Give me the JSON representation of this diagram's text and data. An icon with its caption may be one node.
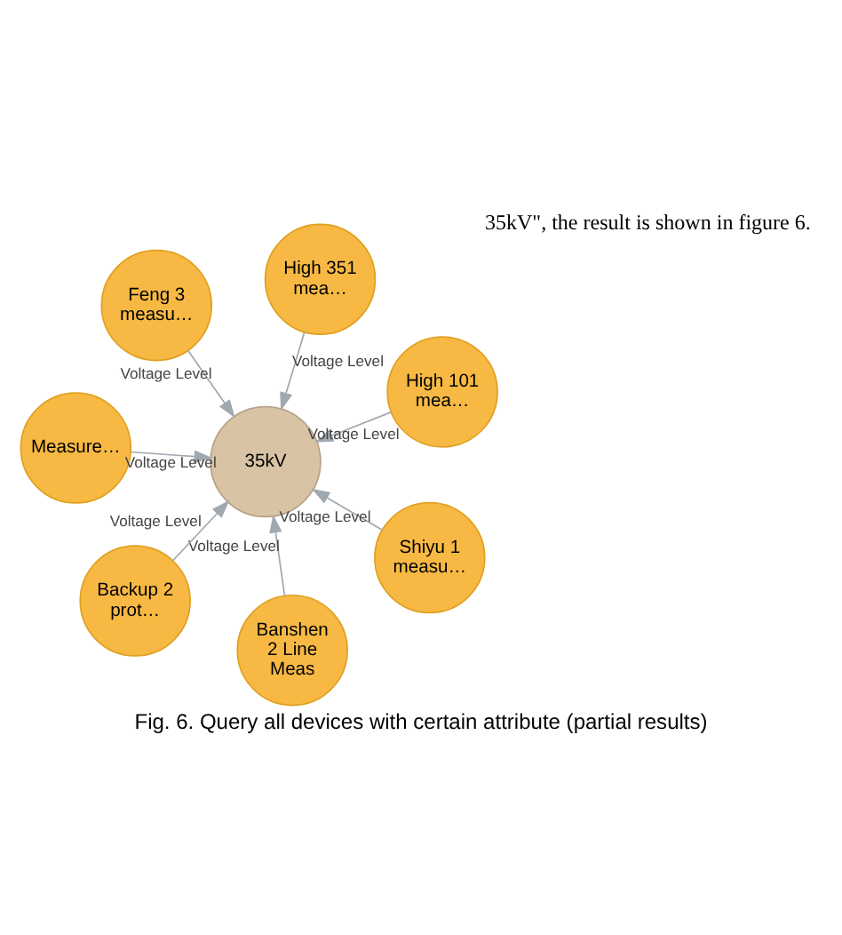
{
  "diagram": {
    "caption": "Fig. 6. Query all devices with certain attribute (partial results)",
    "nodes": [
      {
        "text": [
          "Feng 3 measu…"
        ]
      },
      {
        "text": [
          "High 101 mea…"
        ]
      },
      {
        "text": [
          "Banshen 2 Line Meas"
        ]
      },
      {
        "text": [
          "35kV"
        ]
      },
      {
        "text": [
          "High 351 mea…"
        ]
      },
      {
        "text": [
          "Measure…"
        ]
      },
      {
        "text": [
          "Backup 2 prot…"
        ]
      },
      {
        "text": [
          "Shiyu 1 measu…"
        ]
      }
    ],
    "edges": [
      {
        "from": 0,
        "to": 3,
        "arrow": "to",
        "label": "Voltage Level"
      },
      {
        "from": 1,
        "to": 3,
        "arrow": "to",
        "label": "Voltage Level"
      },
      {
        "from": 2,
        "to": 3,
        "arrow": "to",
        "label": "Voltage Level"
      },
      {
        "from": 4,
        "to": 3,
        "arrow": "to",
        "label": "Voltage Level"
      },
      {
        "from": 5,
        "to": 3,
        "arrow": "to",
        "label": "Voltage Level"
      },
      {
        "from": 6,
        "to": 3,
        "arrow": "to",
        "label": "Voltage Level"
      },
      {
        "from": 7,
        "to": 3,
        "arrow": "to",
        "label": "Voltage Level"
      }
    ],
    "labels": [
      "35kV\", the result is shown in figure 6."
    ]
  }
}
